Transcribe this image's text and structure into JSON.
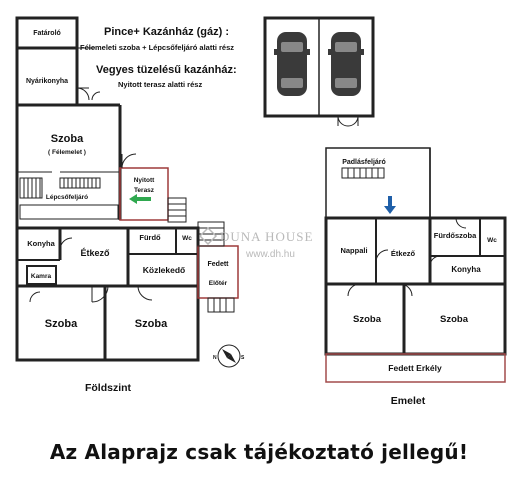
{
  "legend": {
    "line1": "Pince+ Kazánház (gáz) :",
    "line2": "Félemeleti szoba + Lépcsőfeljáró alatti rész",
    "line3": "Vegyes tüzelésű kazánház:",
    "line4": "Nyitott terasz alatti rész"
  },
  "ground_floor": {
    "caption": "Földszint",
    "rooms": {
      "fataroló": "Fatároló",
      "nyarikonyha": "Nyárikonyha",
      "szoba_felemelet": "Szoba",
      "felemelet_note": "( Félemelet )",
      "lepcsofeljaro": "Lépcsőfeljáró",
      "nyitott_terasz": "Nyitott Terasz",
      "konyha": "Konyha",
      "kamra": "Kamra",
      "etkezo": "Étkező",
      "furdo": "Fürdő",
      "wc": "Wc",
      "kozlekedo": "Közlekedő",
      "fedett_eloter": "Fedett Előtér",
      "szoba_left": "Szoba",
      "szoba_right": "Szoba"
    }
  },
  "upper_floor": {
    "caption": "Emelet",
    "rooms": {
      "padlasfeljaro": "Padlásfeljáró",
      "nappali": "Nappali",
      "etkezo": "Étkező",
      "furdoszoba": "Fürdőszoba",
      "wc": "Wc",
      "konyha": "Konyha",
      "szoba_left": "Szoba",
      "szoba_right": "Szoba",
      "fedett_erkely": "Fedett Erkély"
    }
  },
  "watermark": {
    "brand": "DUNA HOUSE",
    "url": "www.dh.hu"
  },
  "disclaimer": "Az Alaprajz csak tájékoztató jellegű!",
  "colors": {
    "wall": "#222222",
    "arrow_green": "#2fa84f",
    "arrow_blue": "#1f5fa8",
    "erkely_red": "#a24b4b",
    "terrace_red": "#9e3a3a",
    "car_dark": "#3a3a3a",
    "watermark": "#b9b9b9"
  }
}
